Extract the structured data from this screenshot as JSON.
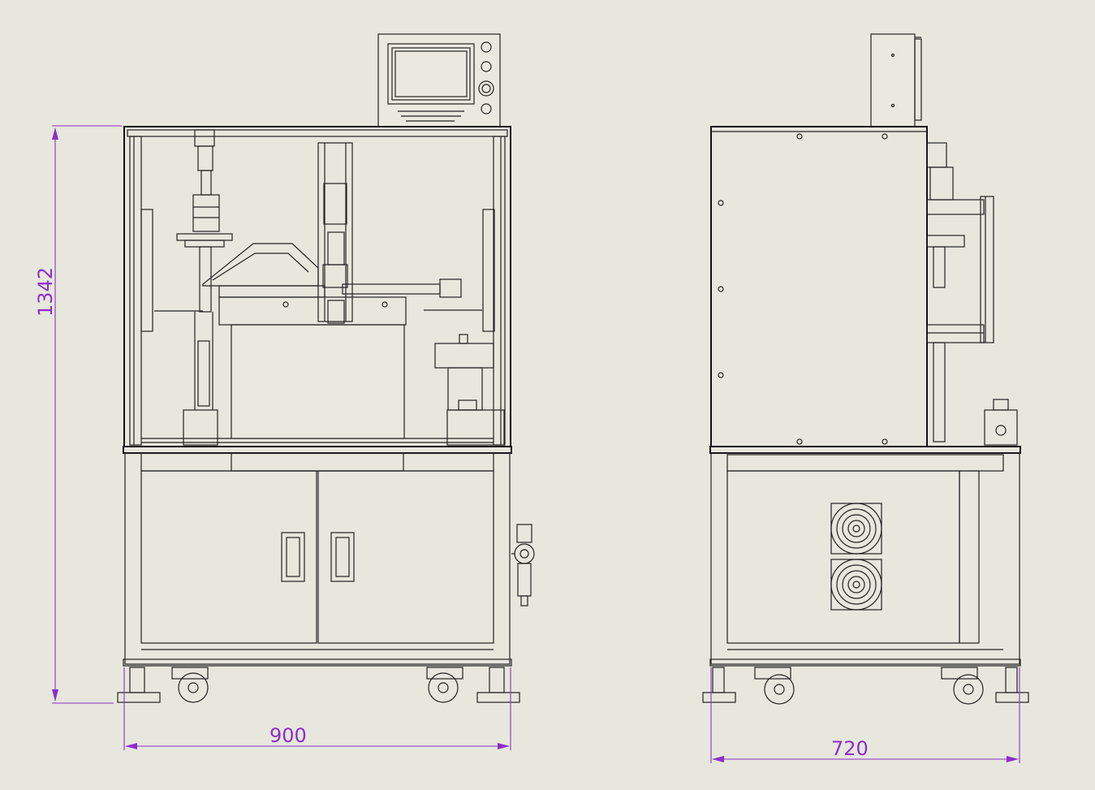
{
  "dimensions": {
    "front_height": "1342",
    "front_width": "900",
    "side_width": "720"
  },
  "colors": {
    "background": "#e7e7dd",
    "line": "#222222",
    "dimension": "#8b2fc9"
  },
  "icons": [
    "fan-icon",
    "caster-wheel-icon",
    "door-handle-icon",
    "pressure-regulator-icon"
  ]
}
